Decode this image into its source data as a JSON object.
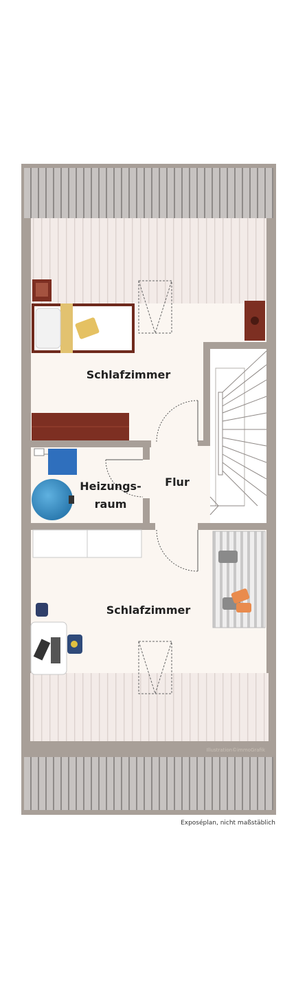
{
  "rooms": {
    "bedroom_top": "Schlafzimmer",
    "heating_line1": "Heizungs-",
    "heating_line2": "raum",
    "hallway": "Flur",
    "bedroom_bottom": "Schlafzimmer"
  },
  "credit": "Illustration©immoGrafik",
  "caption": "Exposéplan, nicht maßstäblich",
  "colors": {
    "roof_top": "#bcb8b6",
    "roof_slope": "#f1e9e6",
    "floor": "#fbf6f1",
    "wall": "#a89f98",
    "furniture_wood": "#7d2f22",
    "boiler_blue": "#2f6fbd",
    "tank_blue": "#3c8ec4"
  }
}
